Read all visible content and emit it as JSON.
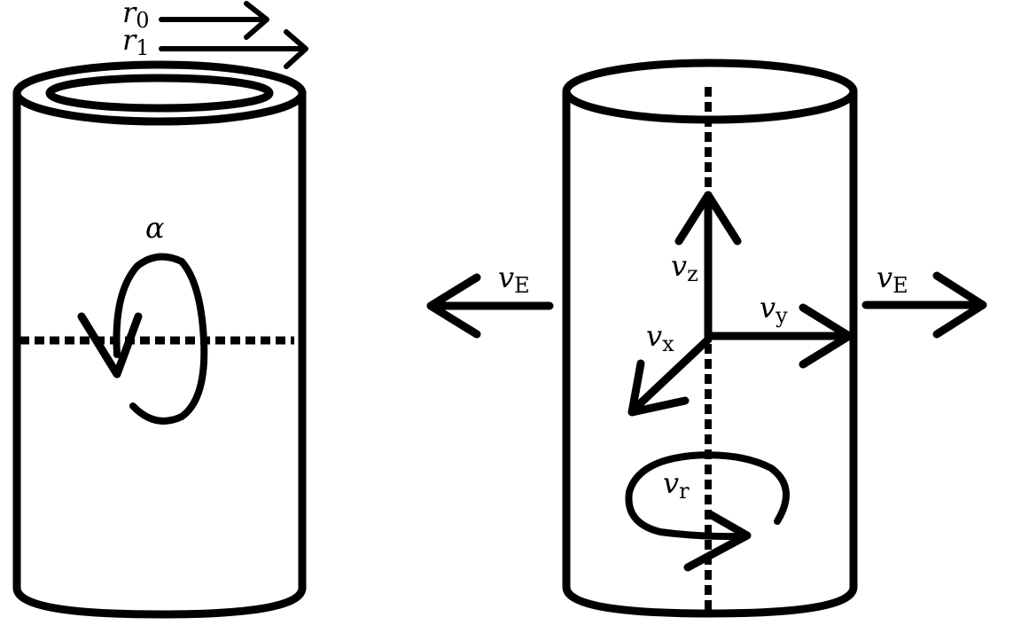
{
  "diagram": {
    "left_cylinder": {
      "labels": {
        "r0": {
          "main": "r",
          "sub": "0"
        },
        "r1": {
          "main": "r",
          "sub": "1"
        },
        "alpha": "α"
      }
    },
    "right_cylinder": {
      "labels": {
        "vz": {
          "main": "v",
          "sub": "z"
        },
        "vy": {
          "main": "v",
          "sub": "y"
        },
        "vx": {
          "main": "v",
          "sub": "x"
        },
        "vr": {
          "main": "v",
          "sub": "r"
        }
      }
    },
    "external_velocity": {
      "left": {
        "main": "v",
        "sub": "E"
      },
      "right": {
        "main": "v",
        "sub": "E"
      }
    },
    "colors": {
      "ink": "#000000",
      "background": "#ffffff"
    }
  }
}
